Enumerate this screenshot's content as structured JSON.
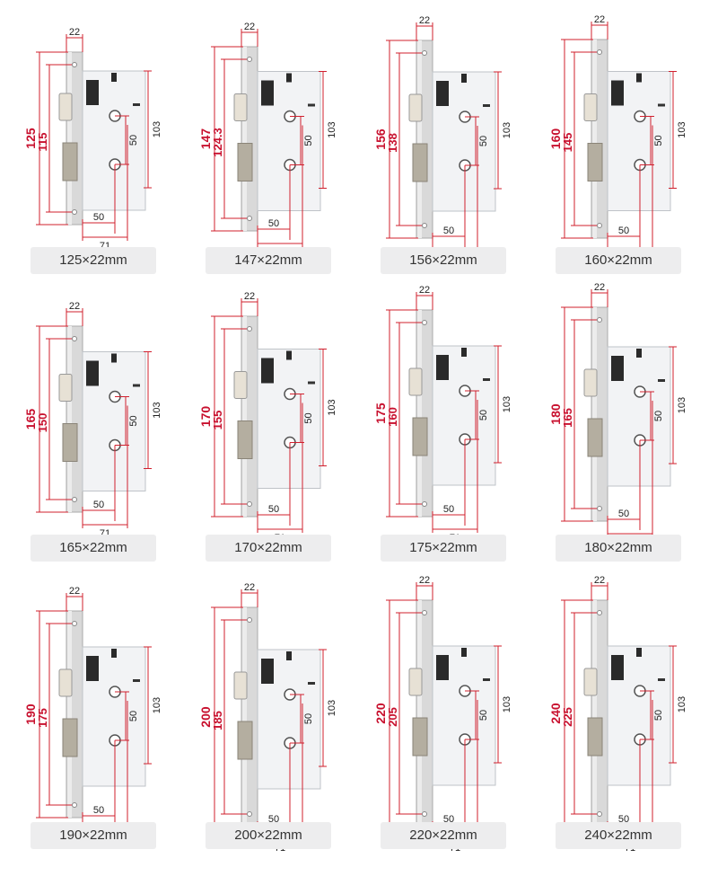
{
  "colors": {
    "dimension_line": "#d0202e",
    "dimension_text_total": "#c8102e",
    "label_bg": "#ededee",
    "faceplate": "#d9d9d9",
    "case": "#f2f3f5"
  },
  "common_dimensions": {
    "faceplate_width": "22",
    "case_height": "103",
    "hole_spacing": "50",
    "backset": "50",
    "case_depth": "71"
  },
  "products": [
    {
      "total": "125",
      "holes": "115",
      "size_label": "125×22mm"
    },
    {
      "total": "147",
      "holes": "124.3",
      "size_label": "147×22mm"
    },
    {
      "total": "156",
      "holes": "138",
      "size_label": "156×22mm"
    },
    {
      "total": "160",
      "holes": "145",
      "size_label": "160×22mm"
    },
    {
      "total": "165",
      "holes": "150",
      "size_label": "165×22mm"
    },
    {
      "total": "170",
      "holes": "155",
      "size_label": "170×22mm"
    },
    {
      "total": "175",
      "holes": "160",
      "size_label": "175×22mm"
    },
    {
      "total": "180",
      "holes": "165",
      "size_label": "180×22mm"
    },
    {
      "total": "190",
      "holes": "175",
      "size_label": "190×22mm"
    },
    {
      "total": "200",
      "holes": "185",
      "size_label": "200×22mm"
    },
    {
      "total": "220",
      "holes": "205",
      "size_label": "220×22mm"
    },
    {
      "total": "240",
      "holes": "225",
      "size_label": "240×22mm"
    }
  ]
}
